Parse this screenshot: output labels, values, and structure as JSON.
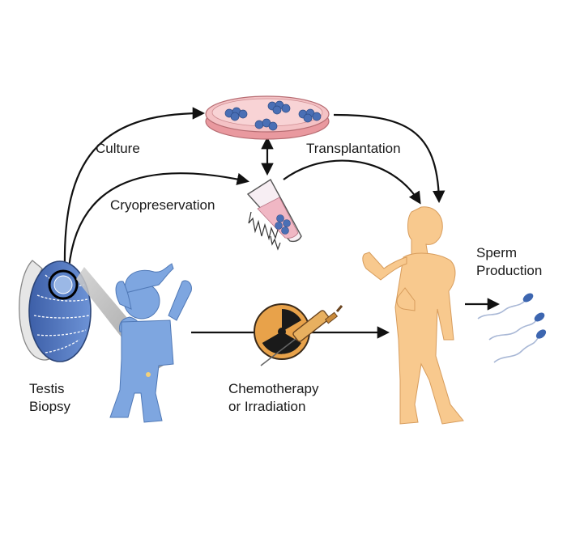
{
  "labels": {
    "culture": "Culture",
    "transplantation": "Transplantation",
    "cryopreservation": "Cryopreservation",
    "sperm_line1": "Sperm",
    "sperm_line2": "Production",
    "testis_line1": "Testis",
    "testis_line2": "Biopsy",
    "chemo_line1": "Chemotherapy",
    "chemo_line2": "or Irradiation"
  },
  "icons": {
    "petri_dish": "petri-dish-icon",
    "cryo_tube": "cryo-vial-icon",
    "testis": "testis-icon",
    "child": "child-silhouette-icon",
    "man": "man-silhouette-icon",
    "radiation": "radiation-icon",
    "syringe": "syringe-icon",
    "sperm": "sperm-cells-icon"
  },
  "colors": {
    "child_blue": "#7ea6e0",
    "man_peach": "#f8c98e",
    "petri_pink": "#f2b8bc",
    "cell_blue": "#4a6fb5",
    "radiation_orange": "#e8a24a",
    "arrow": "#111111"
  }
}
